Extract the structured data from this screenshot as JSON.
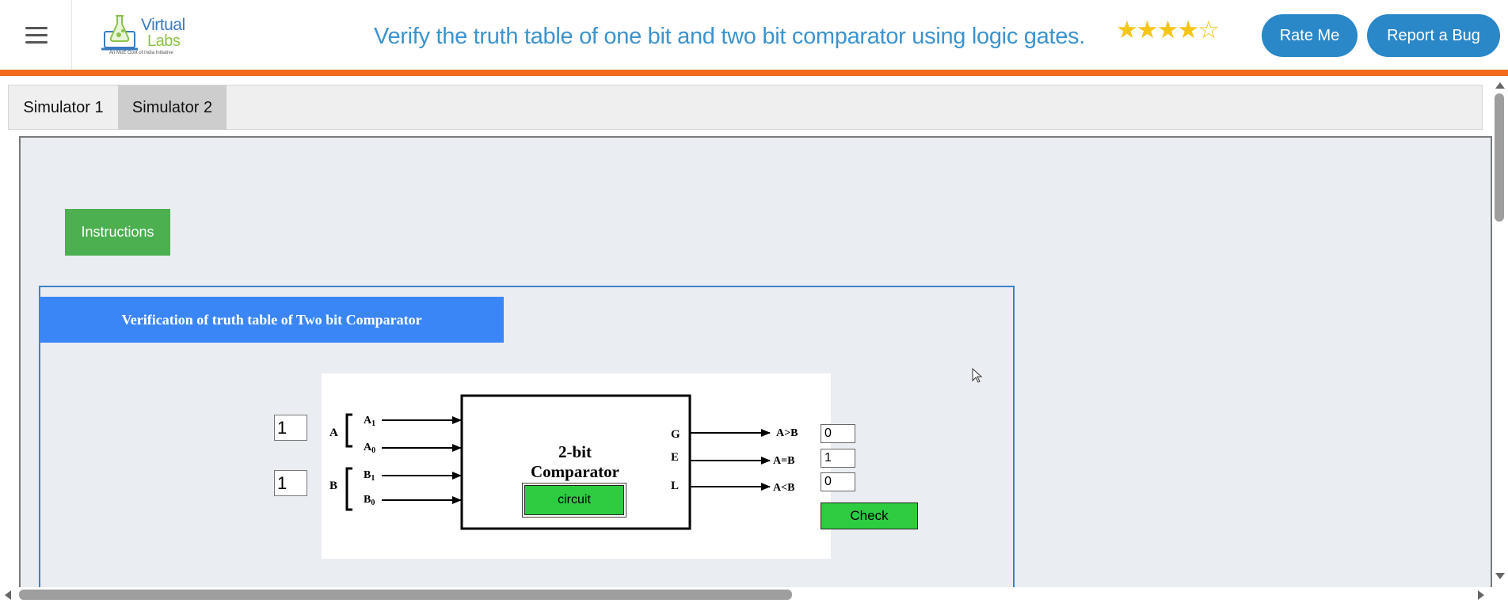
{
  "header": {
    "logo": {
      "line1": "Virtual",
      "line2": "Labs",
      "tagline": "An MoE Govt of India Initiative"
    },
    "experiment_title": "Verify the truth table of one bit and two bit comparator using logic gates.",
    "rating": {
      "value": 4,
      "max": 5,
      "stars_filled": "★★★★",
      "stars_empty": "☆"
    },
    "rate_button": "Rate Me",
    "bug_button": "Report a Bug",
    "accent_color": "#f26b1d",
    "button_color": "#2a87c8"
  },
  "tabs": [
    {
      "label": "Simulator 1",
      "active": false
    },
    {
      "label": "Simulator 2",
      "active": true
    }
  ],
  "simulator": {
    "instructions_button": "Instructions",
    "panel_title": "Verification of truth table of Two bit Comparator",
    "inputs": {
      "A": "1",
      "B": "1"
    },
    "diagram": {
      "block_line1": "2-bit",
      "block_line2": "Comparator",
      "circuit_button": "circuit",
      "label_A": "A",
      "label_B": "B",
      "A1": "A",
      "A0": "A",
      "B1": "B",
      "B0": "B",
      "sub1": "1",
      "sub0": "0",
      "out_G": "G",
      "out_E": "E",
      "out_L": "L",
      "gt": "A>B",
      "eq": "A=B",
      "lt": "A<B"
    },
    "outputs": {
      "gt": "0",
      "eq": "1",
      "lt": "0"
    },
    "check_button": "Check"
  }
}
